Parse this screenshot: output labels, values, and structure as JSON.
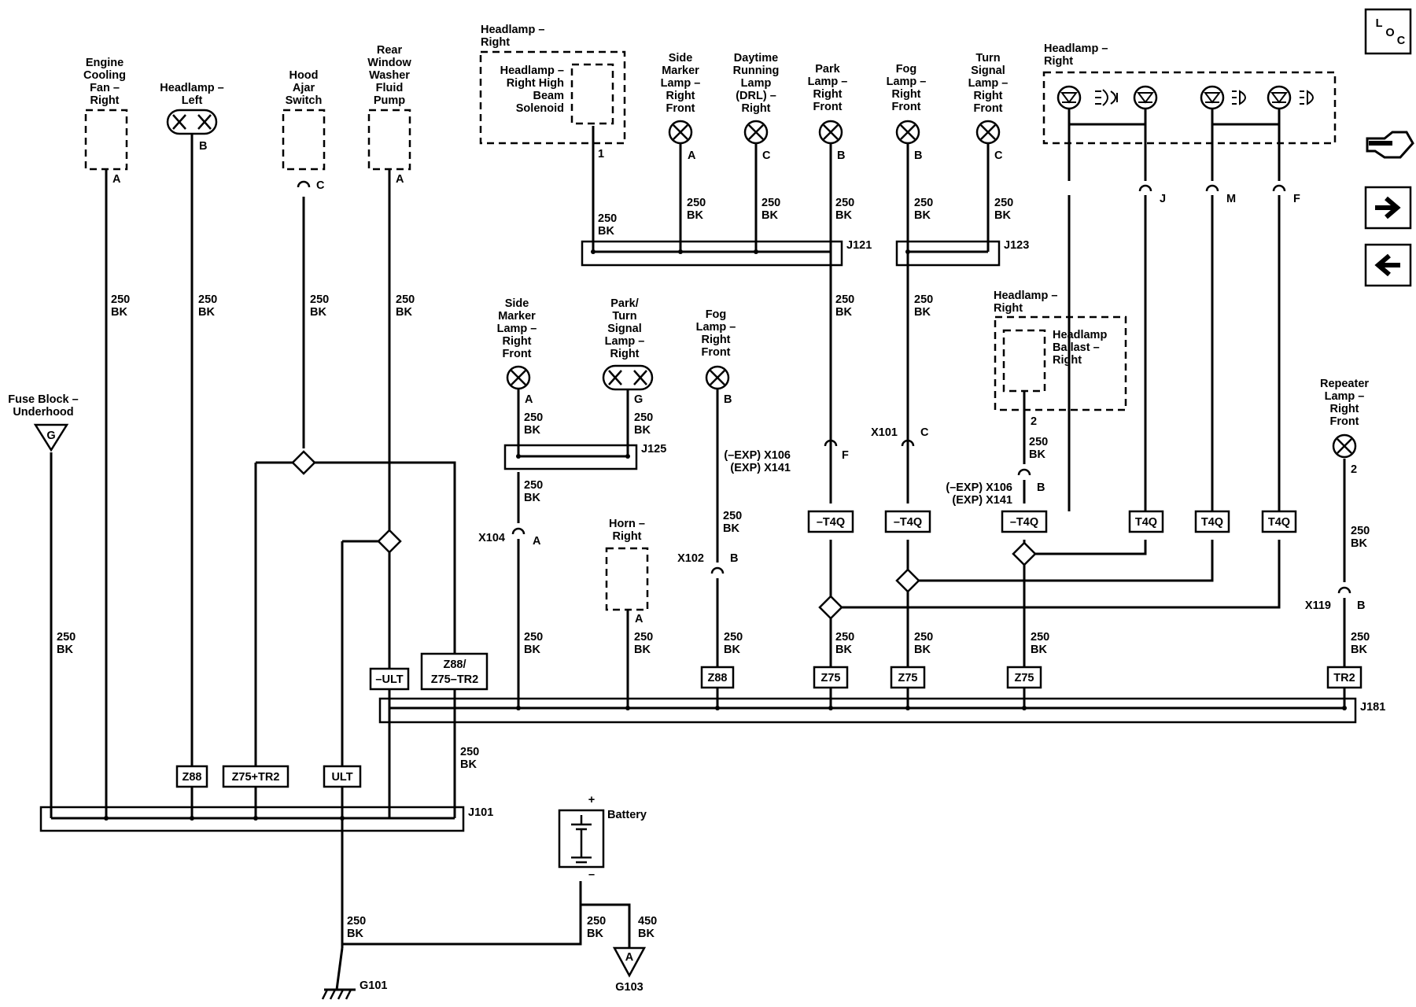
{
  "components": {
    "engine_cooling_fan": "Engine|Cooling|Fan –|Right",
    "headlamp_left": "Headlamp –|Left",
    "hood_ajar_switch": "Hood|Ajar|Switch",
    "rear_washer_pump": "Rear|Window|Washer|Fluid|Pump",
    "fuse_block": "Fuse Block –|Underhood",
    "headlamp_right_top": "Headlamp –|Right",
    "hb_solenoid": "Headlamp –|Right High|Beam|Solenoid",
    "side_marker_top": "Side|Marker|Lamp –|Right|Front",
    "drl": "Daytime|Running|Lamp|(DRL) –|Right",
    "park_lamp": "Park|Lamp –|Right|Front",
    "fog_lamp_top": "Fog|Lamp –|Right|Front",
    "turn_signal_top": "Turn|Signal|Lamp –|Right|Front",
    "headlamp_right_far": "Headlamp –|Right",
    "side_marker_mid": "Side|Marker|Lamp –|Right|Front",
    "park_turn": "Park/|Turn|Signal|Lamp –|Right",
    "fog_lamp_mid": "Fog|Lamp –|Right|Front",
    "headlamp_right_mid": "Headlamp –|Right",
    "ballast": "Headlamp|Ballast –|Right",
    "repeater": "Repeater|Lamp –|Right|Front",
    "horn": "Horn –|Right",
    "battery": "Battery"
  },
  "wire": {
    "gauge": "250",
    "color": "BK",
    "gauge_heavy": "450"
  },
  "pins": {
    "A": "A",
    "B": "B",
    "C": "C",
    "F": "F",
    "G": "G",
    "J": "J",
    "M": "M",
    "one": "1",
    "two": "2"
  },
  "splices": {
    "j101": "J101",
    "j121": "J121",
    "j123": "J123",
    "j125": "J125",
    "j181": "J181"
  },
  "connectors": {
    "x101": "X101",
    "x102": "X102",
    "x104": "X104",
    "x119": "X119",
    "x106_line1": "(–EXP) X106",
    "x106_line2": "(EXP) X141"
  },
  "grounds": {
    "g101": "G101",
    "g103": "G103",
    "fuse_pin": "G",
    "g103_pin": "A"
  },
  "options": {
    "z88": "Z88",
    "z75_tr2": "Z75+TR2",
    "ult": "ULT",
    "not_ult": "–ULT",
    "z88_slash": "Z88/",
    "z75_tr2_dash": "Z75–TR2",
    "not_t4q": "–T4Q",
    "t4q": "T4Q",
    "z75": "Z75",
    "tr2": "TR2"
  },
  "battery_terms": {
    "plus": "+",
    "minus": "–"
  },
  "nav": {
    "loc": "LOC",
    "icons": [
      "connector-icon",
      "next-arrow-icon",
      "previous-arrow-icon"
    ]
  }
}
